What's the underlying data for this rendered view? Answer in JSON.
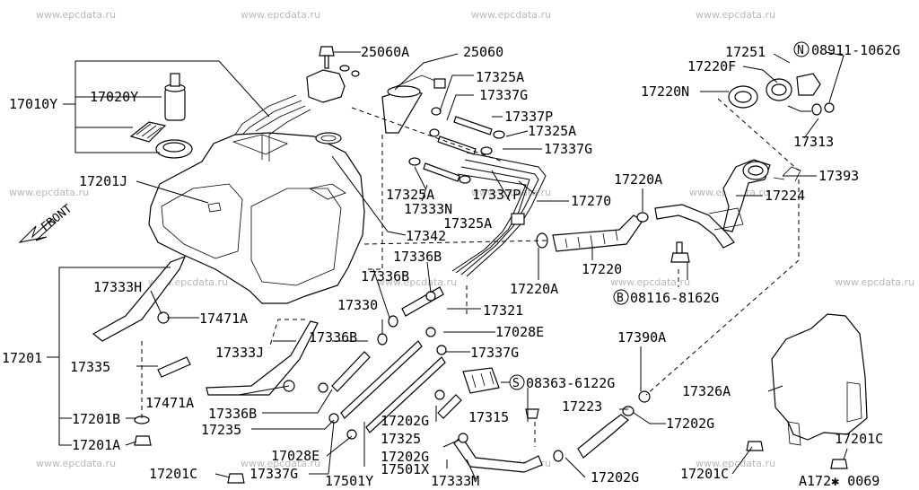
{
  "watermark": "www.epcdata.ru",
  "diagram_code": "A172✱ 0069",
  "front_label": "FRONT",
  "part_labels": [
    "25060A",
    "25060",
    "17251",
    "08911-1062G",
    "17220F",
    "17325A",
    "17010Y",
    "17020Y",
    "17337G",
    "17220N",
    "17337P",
    "17325A",
    "17337G",
    "17313",
    "17201J",
    "17393",
    "17325A",
    "17337P",
    "17270",
    "17220A",
    "17224",
    "17333N",
    "17325A",
    "17342",
    "17336B",
    "17220",
    "17333H",
    "17336B",
    "17220A",
    "08116-8162G",
    "17471A",
    "17330",
    "17321",
    "17028E",
    "17390A",
    "17336B",
    "17333J",
    "17201",
    "17335",
    "17337G",
    "17326A",
    "08363-6122G",
    "17471A",
    "17223",
    "17336B",
    "17202G",
    "17315",
    "17201B",
    "17235",
    "17202G",
    "17325",
    "17201A",
    "17028E",
    "17202G",
    "17501X",
    "17201C",
    "17201C",
    "17337G",
    "17501Y",
    "17333M",
    "17202G",
    "17201C"
  ]
}
